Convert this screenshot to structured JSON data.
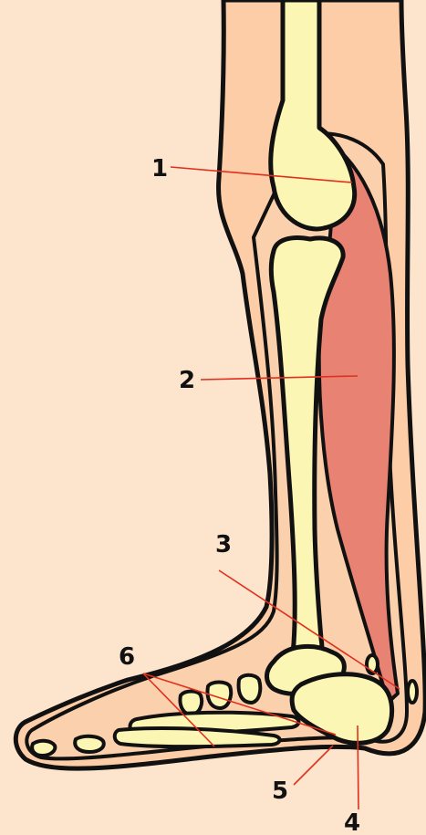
{
  "labels": {
    "l1": "1",
    "l2": "2",
    "l3": "3",
    "l4": "4",
    "l5": "5",
    "l6": "6"
  },
  "colors": {
    "background": "#fde4cc",
    "skin": "#fccda6",
    "bone": "#fcf6b4",
    "muscle": "#e88272",
    "leader_line": "#e0301e",
    "outline": "#111111"
  }
}
